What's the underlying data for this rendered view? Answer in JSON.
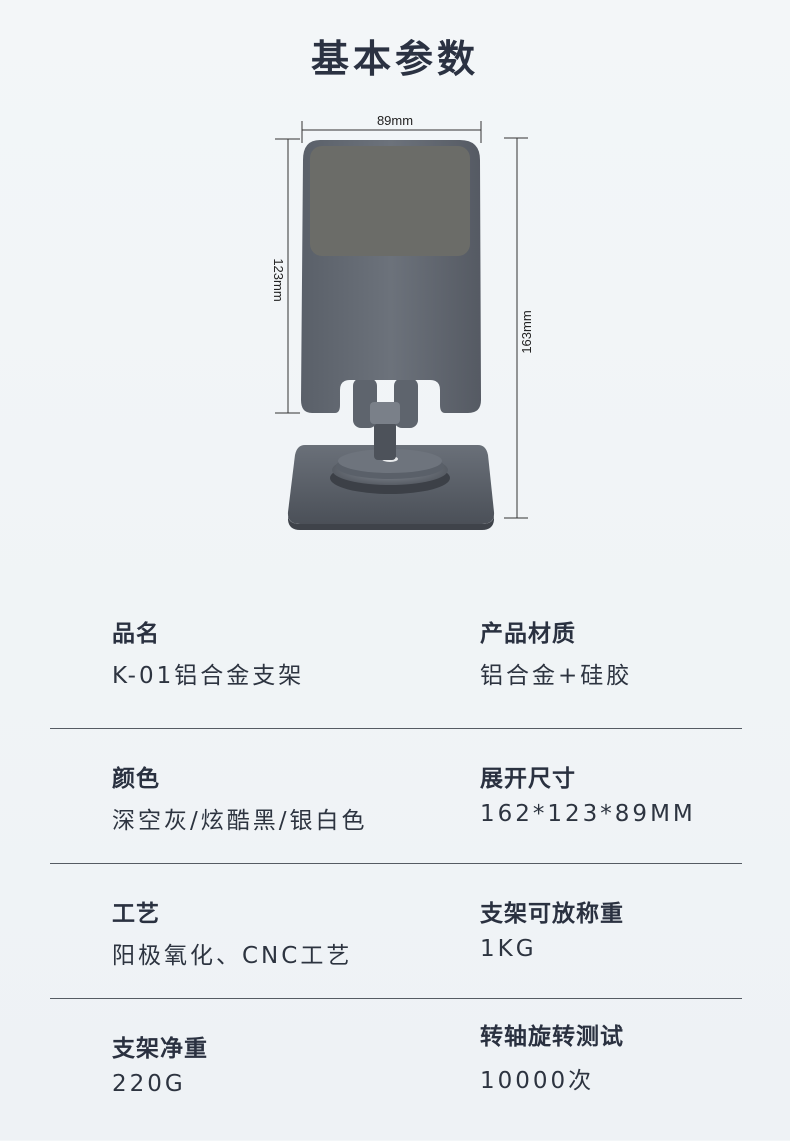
{
  "title": "基本参数",
  "dimensions": {
    "width": "89mm",
    "height_panel": "123mm",
    "height_total": "163mm"
  },
  "specs": [
    {
      "left": {
        "label": "品名",
        "value": "K-01铝合金支架"
      },
      "right": {
        "label": "产品材质",
        "value": "铝合金+硅胶"
      }
    },
    {
      "left": {
        "label": "颜色",
        "value": "深空灰/炫酷黑/银白色"
      },
      "right": {
        "label": "展开尺寸",
        "value": "162*123*89MM"
      }
    },
    {
      "left": {
        "label": "工艺",
        "value": "阳极氧化、CNC工艺"
      },
      "right": {
        "label": "支架可放称重",
        "value": "1KG"
      }
    },
    {
      "left": {
        "label": "支架净重",
        "value": "220G"
      },
      "right": {
        "label": "转轴旋转测试",
        "value": "10000次"
      }
    }
  ],
  "colors": {
    "background": "#f0f4f7",
    "text": "#2a3140",
    "divider": "#555b63",
    "stand_body": "#5f6570",
    "stand_pad": "#6b6c68"
  }
}
